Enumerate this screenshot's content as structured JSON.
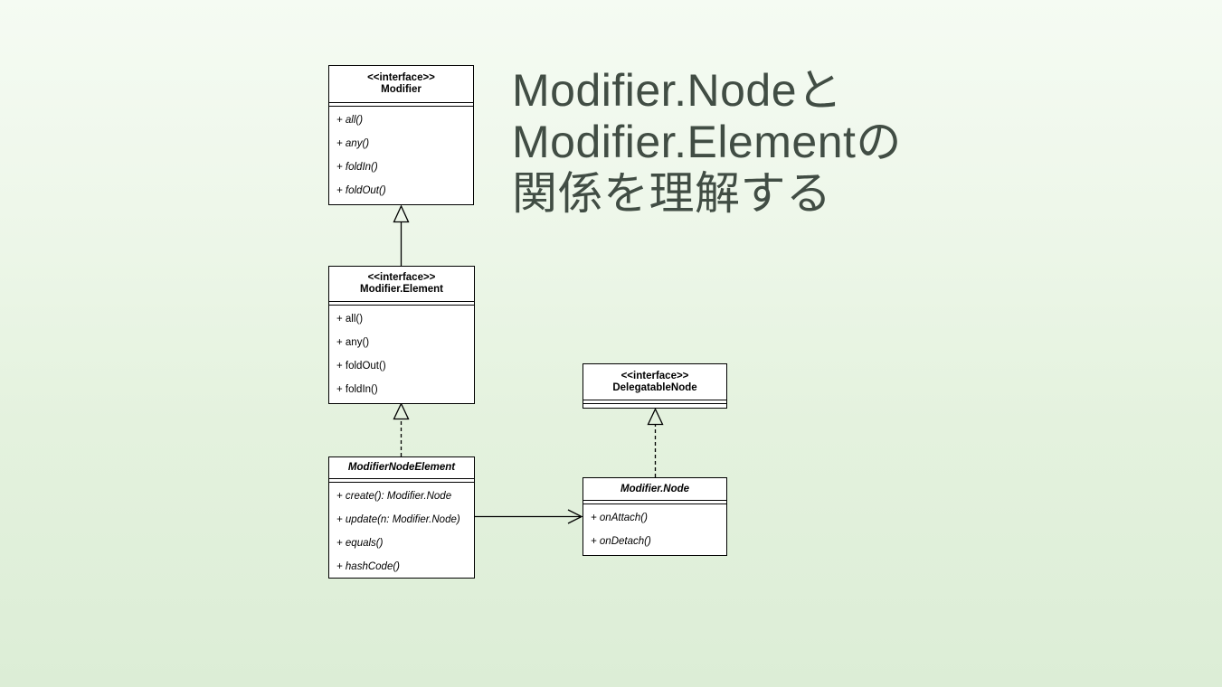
{
  "title": {
    "lines": [
      "Modifier.Nodeと",
      "Modifier.Elementの",
      "関係を理解する"
    ],
    "color": "#414d44"
  },
  "diagram": {
    "classes": [
      {
        "id": "modifier",
        "stereotype": "<<interface>>",
        "name": "Modifier",
        "members": [
          "+ all()",
          "+ any()",
          "+ foldIn()",
          "+ foldOut()"
        ]
      },
      {
        "id": "modifier-element",
        "stereotype": "<<interface>>",
        "name": "Modifier.Element",
        "members": [
          "+ all()",
          "+ any()",
          "+ foldOut()",
          "+ foldIn()"
        ]
      },
      {
        "id": "modifier-node-element",
        "stereotype": "",
        "name": "ModifierNodeElement",
        "members": [
          "+ create(): Modifier.Node",
          "+ update(n: Modifier.Node)",
          "+ equals()",
          "+ hashCode()"
        ]
      },
      {
        "id": "delegatable-node",
        "stereotype": "<<interface>>",
        "name": "DelegatableNode",
        "members": []
      },
      {
        "id": "modifier-node",
        "stereotype": "",
        "name": "Modifier.Node",
        "members": [
          "+ onAttach()",
          "+ onDetach()"
        ]
      }
    ],
    "relations": [
      {
        "from": "Modifier.Element",
        "to": "Modifier",
        "type": "generalization",
        "line": "solid",
        "arrowhead": "hollow-triangle"
      },
      {
        "from": "ModifierNodeElement",
        "to": "Modifier.Element",
        "type": "realization",
        "line": "dashed",
        "arrowhead": "hollow-triangle"
      },
      {
        "from": "Modifier.Node",
        "to": "DelegatableNode",
        "type": "realization",
        "line": "dashed",
        "arrowhead": "hollow-triangle"
      },
      {
        "from": "ModifierNodeElement",
        "to": "Modifier.Node",
        "type": "association",
        "line": "solid",
        "arrowhead": "open"
      }
    ],
    "colors": {
      "box_fill": "#ffffff",
      "box_border": "#000000",
      "background_top": "#f5fbf3",
      "background_bottom": "#dcedd6"
    }
  }
}
